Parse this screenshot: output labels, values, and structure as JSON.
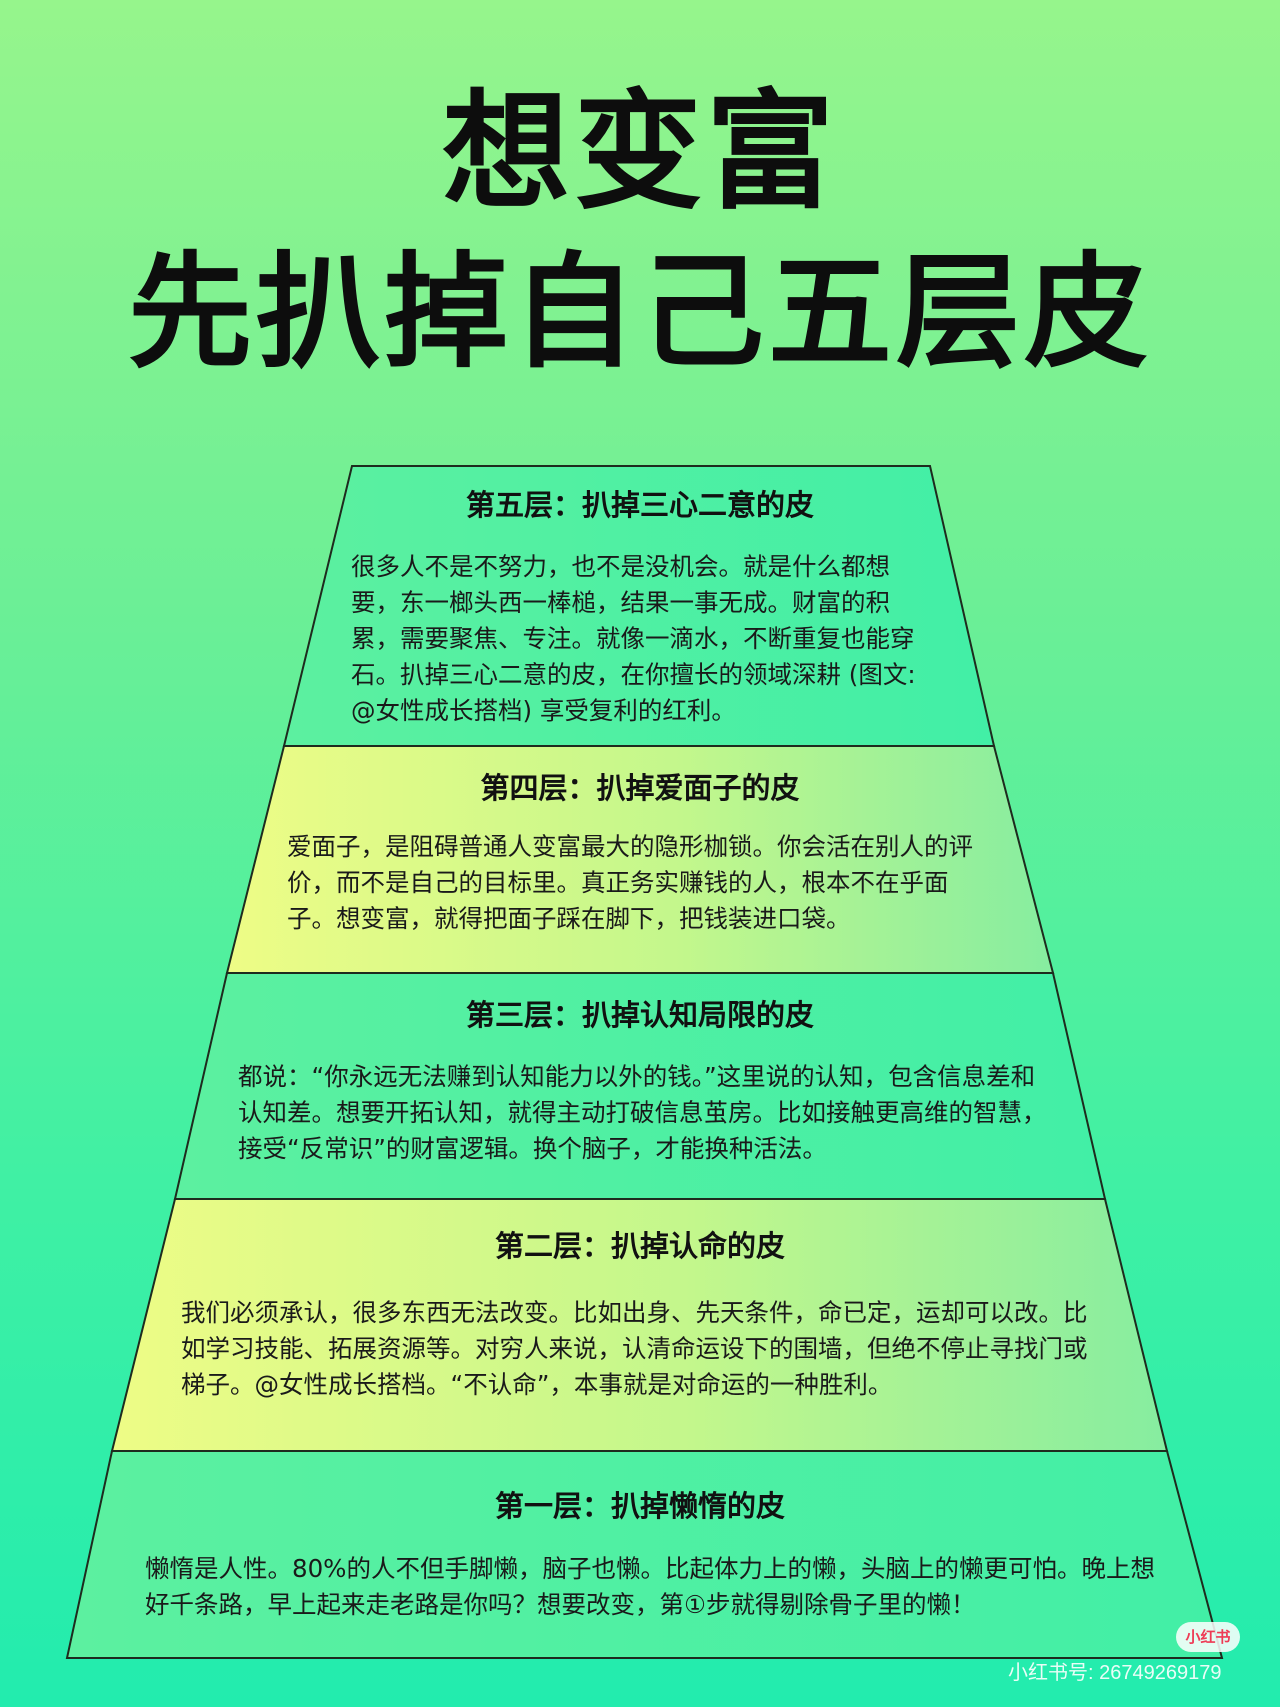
{
  "title": {
    "line1": "想变富",
    "line2": "先扒掉自己五层皮"
  },
  "layers": [
    {
      "heading": "第五层：扒掉三心二意的皮",
      "body": "很多人不是不努力，也不是没机会。就是什么都想要，东一榔头西一棒槌，结果一事无成。财富的积累，需要聚焦、专注。就像一滴水，不断重复也能穿石。扒掉三心二意的皮，在你擅长的领域深耕 (图文:@女性成长搭档) 享受复利的红利。"
    },
    {
      "heading": "第四层：扒掉爱面子的皮",
      "body": "爱面子，是阻碍普通人变富最大的隐形枷锁。你会活在别人的评价，而不是自己的目标里。真正务实赚钱的人，根本不在乎面子。想变富，就得把面子踩在脚下，把钱装进口袋。"
    },
    {
      "heading": "第三层：扒掉认知局限的皮",
      "body": "都说：“你永远无法赚到认知能力以外的钱。”这里说的认知，包含信息差和认知差。想要开拓认知，就得主动打破信息茧房。比如接触更高维的智慧，接受“反常识”的财富逻辑。换个脑子，才能换种活法。"
    },
    {
      "heading": "第二层：扒掉认命的皮",
      "body": "我们必须承认，很多东西无法改变。比如出身、先天条件，命已定，运却可以改。比如学习技能、拓展资源等。对穷人来说，认清命运设下的围墙，但绝不停止寻找门或梯子。@女性成长搭档。“不认命”，本事就是对命运的一种胜利。"
    },
    {
      "heading": "第一层：扒掉懒惰的皮",
      "body": "懒惰是人性。80%的人不但手脚懒，脑子也懒。比起体力上的懒，头脑上的懒更可怕。晚上想好千条路，早上起来走老路是你吗？想要改变，第①步就得剔除骨子里的懒！"
    }
  ],
  "watermark": {
    "logo_text": "小红书",
    "id_text": "小红书号: 26749269179"
  },
  "colors": {
    "plain_fill": "#5ff0a0",
    "highlight_fill_start": "#e8fb8a",
    "highlight_fill_end": "#7df09c",
    "outline": "#1e2b1e"
  }
}
